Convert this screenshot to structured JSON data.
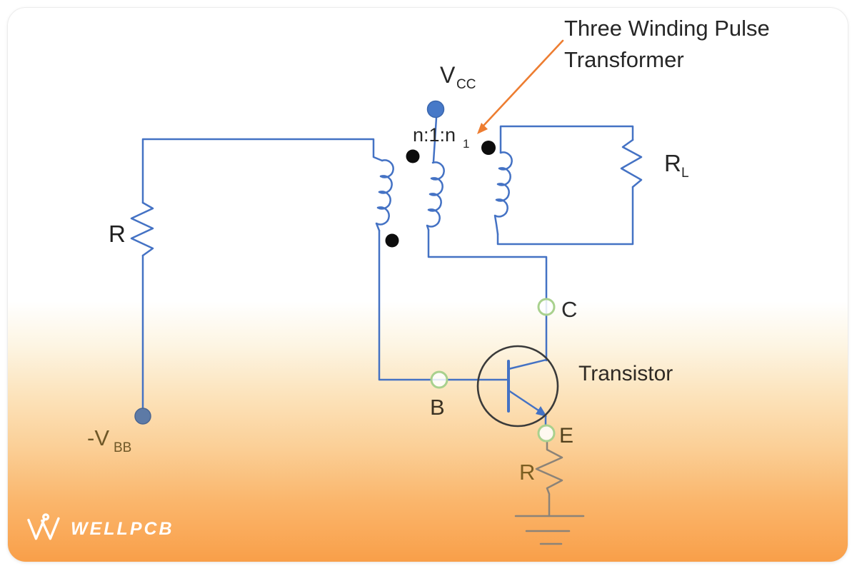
{
  "annotation": {
    "line1": "Three Winding Pulse",
    "line2": "Transformer"
  },
  "labels": {
    "vcc": {
      "main": "V",
      "sub": "CC"
    },
    "turns_ratio": {
      "main": "n:1:n",
      "sub": "1"
    },
    "resistor_left": "R",
    "load": {
      "main": "R",
      "sub": "L"
    },
    "node_collector": "C",
    "node_base": "B",
    "node_emitter": "E",
    "transistor": "Transistor",
    "vbb": {
      "main": "-V",
      "sub": "BB"
    },
    "resistor_emitter": "R"
  },
  "logo": {
    "brand": "WELLPCB"
  },
  "colors": {
    "wire_blue": "#4472C4",
    "annotation_arrow_orange": "#ED7D31",
    "node_green": "#A9D18E",
    "polarity_dot_black": "#0d0d0d",
    "ground_gray": "#8b8378",
    "transistor_outline": "#3a3a3a",
    "background_orange": "#f99f49",
    "text_dark": "#262626"
  }
}
